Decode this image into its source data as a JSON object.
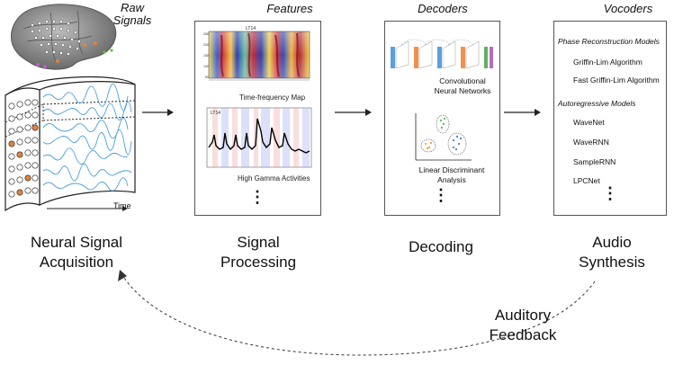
{
  "headers": {
    "raw": "Raw\nSignals",
    "features": "Features",
    "decoders": "Decoders",
    "vocoders": "Vocoders"
  },
  "stages": {
    "acquisition": "Neural Signal\nAcquisition",
    "processing": "Signal\nProcessing",
    "decoding": "Decoding",
    "synthesis": "Audio\nSynthesis"
  },
  "raw": {
    "time_label": "Time",
    "electrode_color": "#e0833f"
  },
  "features": {
    "tf_title": "LT14",
    "tf_caption": "Time-frequency  Map",
    "hg_title": "LT14",
    "hg_caption": "High Gamma Activities",
    "more": "⋮"
  },
  "decoders": {
    "cnn_caption": "Convolutional\nNeural Networks",
    "lda_caption": "Linear Discriminant\nAnalysis",
    "more": "⋮"
  },
  "vocoders": {
    "phase_heading": "Phase Reconstruction Models",
    "phase_items": [
      "Griffin-Lim Algorithm",
      "Fast Griffin-Lim Algorithm"
    ],
    "ar_heading": "Autoregressive Models",
    "ar_items": [
      "WaveNet",
      "WaveRNN",
      "SampleRNN",
      "LPCNet"
    ],
    "more": "⋮"
  },
  "feedback": "Auditory\nFeedback",
  "colors": {
    "signal": "#4a9fd8",
    "box_border": "#555555",
    "arrow": "#222222"
  }
}
